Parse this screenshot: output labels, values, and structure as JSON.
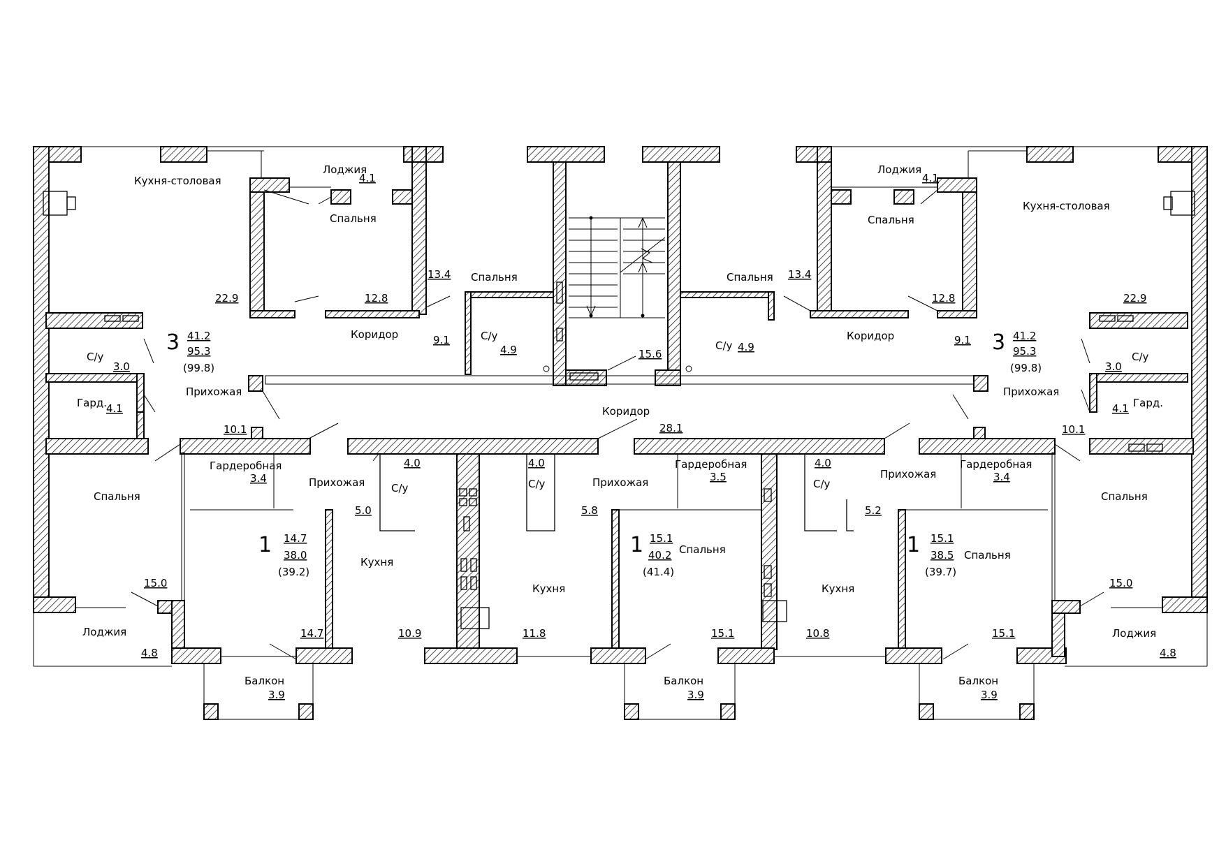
{
  "labels": {
    "kitchen_dining": "Кухня-столовая",
    "loggia": "Лоджия",
    "bedroom": "Спальня",
    "corridor": "Коридор",
    "bathroom": "С/у",
    "hallway": "Прихожая",
    "wardrobe_short": "Гард.",
    "wardrobe": "Гардеробная",
    "kitchen": "Кухня",
    "balcony": "Балкон"
  },
  "apartments": {
    "a3_left": {
      "rooms": "3",
      "living": "41.2",
      "total": "95.3",
      "total_with_balcony": "(99.8)"
    },
    "a3_right": {
      "rooms": "3",
      "living": "41.2",
      "total": "95.3",
      "total_with_balcony": "(99.8)"
    },
    "a1_a": {
      "rooms": "1",
      "living": "14.7",
      "total": "38.0",
      "total_with_balcony": "(39.2)"
    },
    "a1_b": {
      "rooms": "1",
      "living": "15.1",
      "total": "40.2",
      "total_with_balcony": "(41.4)"
    },
    "a1_c": {
      "rooms": "1",
      "living": "15.1",
      "total": "38.5",
      "total_with_balcony": "(39.7)"
    }
  },
  "areas": {
    "l_loggia_top": "4.1",
    "l_kitchen_dining": "22.9",
    "l_bed_top": "12.8",
    "l_bed_mid": "13.4",
    "l_corr": "9.1",
    "l_bath_mid": "4.9",
    "l_bath": "3.0",
    "l_ward": "4.1",
    "l_hall": "10.1",
    "l_bed_bottom": "15.0",
    "l_loggia_bottom": "4.8",
    "stair": "15.6",
    "main_corridor": "28.1",
    "r_loggia_top": "4.1",
    "r_kitchen_dining": "22.9",
    "r_bed_top": "12.8",
    "r_bed_mid": "13.4",
    "r_corr": "9.1",
    "r_bath_mid": "4.9",
    "r_bath": "3.0",
    "r_ward": "4.1",
    "r_hall": "10.1",
    "r_bed_bottom": "15.0",
    "r_loggia_bottom": "4.8",
    "a_ward": "3.4",
    "a_bath": "4.0",
    "a_hall": "5.0",
    "a_bed": "14.7",
    "a_kitchen": "10.9",
    "a_balcony": "3.9",
    "b_bath": "4.0",
    "b_hall": "5.8",
    "b_ward": "3.5",
    "b_kitchen": "11.8",
    "b_bed": "15.1",
    "b_balcony": "3.9",
    "c_bath": "4.0",
    "c_hall": "5.2",
    "c_ward": "3.4",
    "c_kitchen": "10.8",
    "c_bed": "15.1",
    "c_balcony": "3.9"
  },
  "colors": {
    "ink": "#000000",
    "paper": "#ffffff"
  }
}
